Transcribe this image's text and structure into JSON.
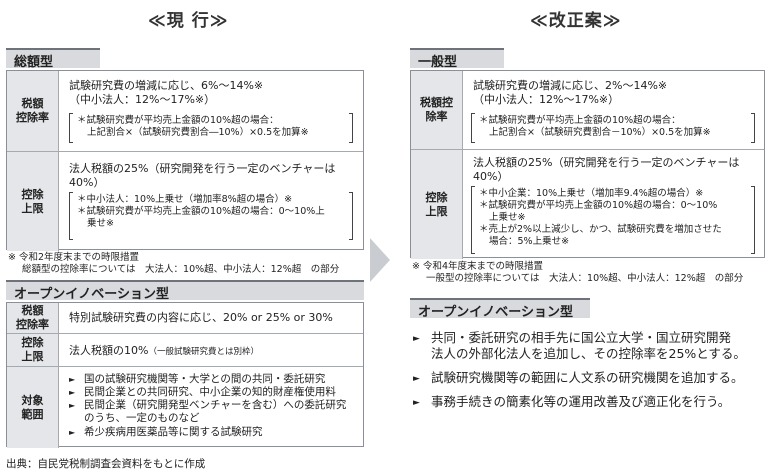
{
  "left": {
    "title": "≪現 行≫",
    "section1": {
      "label": "総額型",
      "rows": [
        {
          "label_l1": "税額",
          "label_l2": "控除率",
          "main_l1": "試験研究費の増減に応じ、6%～14%※",
          "main_l2": "（中小法人：12%～17%※）",
          "notes": [
            "＊試験研究費が平均売上金額の10%超の場合：",
            "上記割合×（試験研究費割合―10%）×0.5を加算※"
          ]
        },
        {
          "label_l1": "控除",
          "label_l2": "上限",
          "main_l1": "法人税額の25%（研究開発を行う一定のベンチャーは40%）",
          "notes": [
            "＊中小法人：10%上乗せ（増加率8%超の場合）※",
            "＊試験研究費が平均売上金額の10%超の場合：0～10%上",
            "乗せ※"
          ]
        }
      ],
      "footnote_l1": "※ 令和2年度末までの時限措置",
      "footnote_l2": "総額型の控除率については　大法人：10%超、中小法人：12%超　の部分"
    },
    "section2": {
      "label": "オープンイノベーション型",
      "rows": [
        {
          "label_l1": "税額",
          "label_l2": "控除率",
          "main": "特別試験研究費の内容に応じ、20% or 25% or 30%"
        },
        {
          "label_l1": "控除",
          "label_l2": "上限",
          "main": "法人税額の10%",
          "main_small": "（一般試験研究費とは別枠）"
        },
        {
          "label_l1": "対象",
          "label_l2": "範囲",
          "bullet_mark": "►",
          "bullets": [
            [
              "国の試験研究機関等・大学との間の共同・委託研究"
            ],
            [
              "民間企業との共同研究、中小企業の知的財産権使用料"
            ],
            [
              "民間企業（研究開発型ベンチャーを含む）への委託研究",
              "のうち、一定のものなど"
            ],
            [
              "希少疾病用医薬品等に関する試験研究"
            ]
          ]
        }
      ]
    }
  },
  "right": {
    "title": "≪改正案≫",
    "section1": {
      "label": "一般型",
      "rows": [
        {
          "label_l1": "税額控",
          "label_l2": "除率",
          "main_l1": "試験研究費の増減に応じ、2%～14%※",
          "main_l2": "（中小法人：12%～17%※）",
          "notes": [
            "＊試験研究費が平均売上金額の10%超の場合：",
            "上記割合×（試験研究費割合－10%）×0.5を加算※"
          ]
        },
        {
          "label_l1": "控除",
          "label_l2": "上限",
          "main_l1": "法人税額の25%（研究開発を行う一定のベンチャーは",
          "main_l2": "40%）",
          "notes": [
            "＊中小企業：10%上乗せ（増加率9.4%超の場合）※",
            "＊試験研究費が平均売上金額の10%超の場合：0～10%",
            "上乗せ※",
            "＊売上が2%以上減少し、かつ、試験研究費を増加させた",
            "場合：5%上乗せ※"
          ]
        }
      ],
      "footnote_l1": "※ 令和4年度末までの時限措置",
      "footnote_l2": "一般型の控除率については　大法人：10%超、中小法人：12%超　の部分"
    },
    "section2": {
      "label": "オープンイノベーション型",
      "bullet_mark": "►",
      "bullets": [
        [
          "共同・委託研究の相手先に国公立大学・国立研究開発",
          "法人の外部化法人を追加し、その控除率を25%とする。"
        ],
        [
          "試験研究機関等の範囲に人文系の研究機関を追加する。"
        ],
        [
          "事務手続きの簡素化等の運用改善及び適正化を行う。"
        ]
      ]
    }
  },
  "source": "出典：自民党税制調査会資料をもとに作成"
}
